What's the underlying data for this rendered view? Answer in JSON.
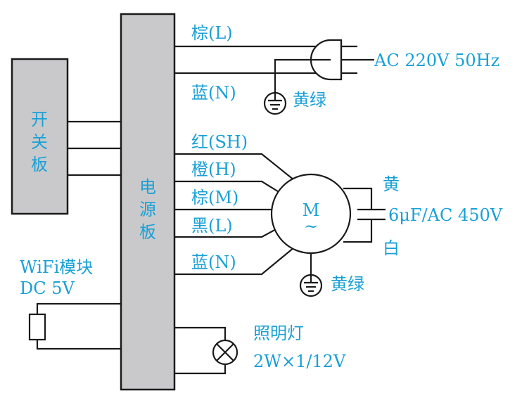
{
  "blocks": {
    "power_board": "电源板",
    "switch_board": "开关板"
  },
  "power_wires": {
    "live": "棕(L)",
    "neutral": "蓝(N)",
    "mains": "AC 220V 50Hz",
    "ground": "黄绿"
  },
  "motor": {
    "symbol": "M",
    "tilde": "~",
    "wires": [
      "红(SH)",
      "橙(H)",
      "棕(M)",
      "黑(L)",
      "蓝(N)"
    ],
    "cap_top": "黄",
    "cap_bottom": "白",
    "capacitor": "6μF/AC 450V",
    "ground": "黄绿"
  },
  "wifi": {
    "line1": "WiFi模块",
    "line2": "DC 5V"
  },
  "lamp": {
    "line1": "照明灯",
    "line2": "2W×1/12V"
  },
  "colors": {
    "label": "#1aa0d6",
    "block_fill": "#c9c9cb",
    "line": "#1a1a1a"
  }
}
